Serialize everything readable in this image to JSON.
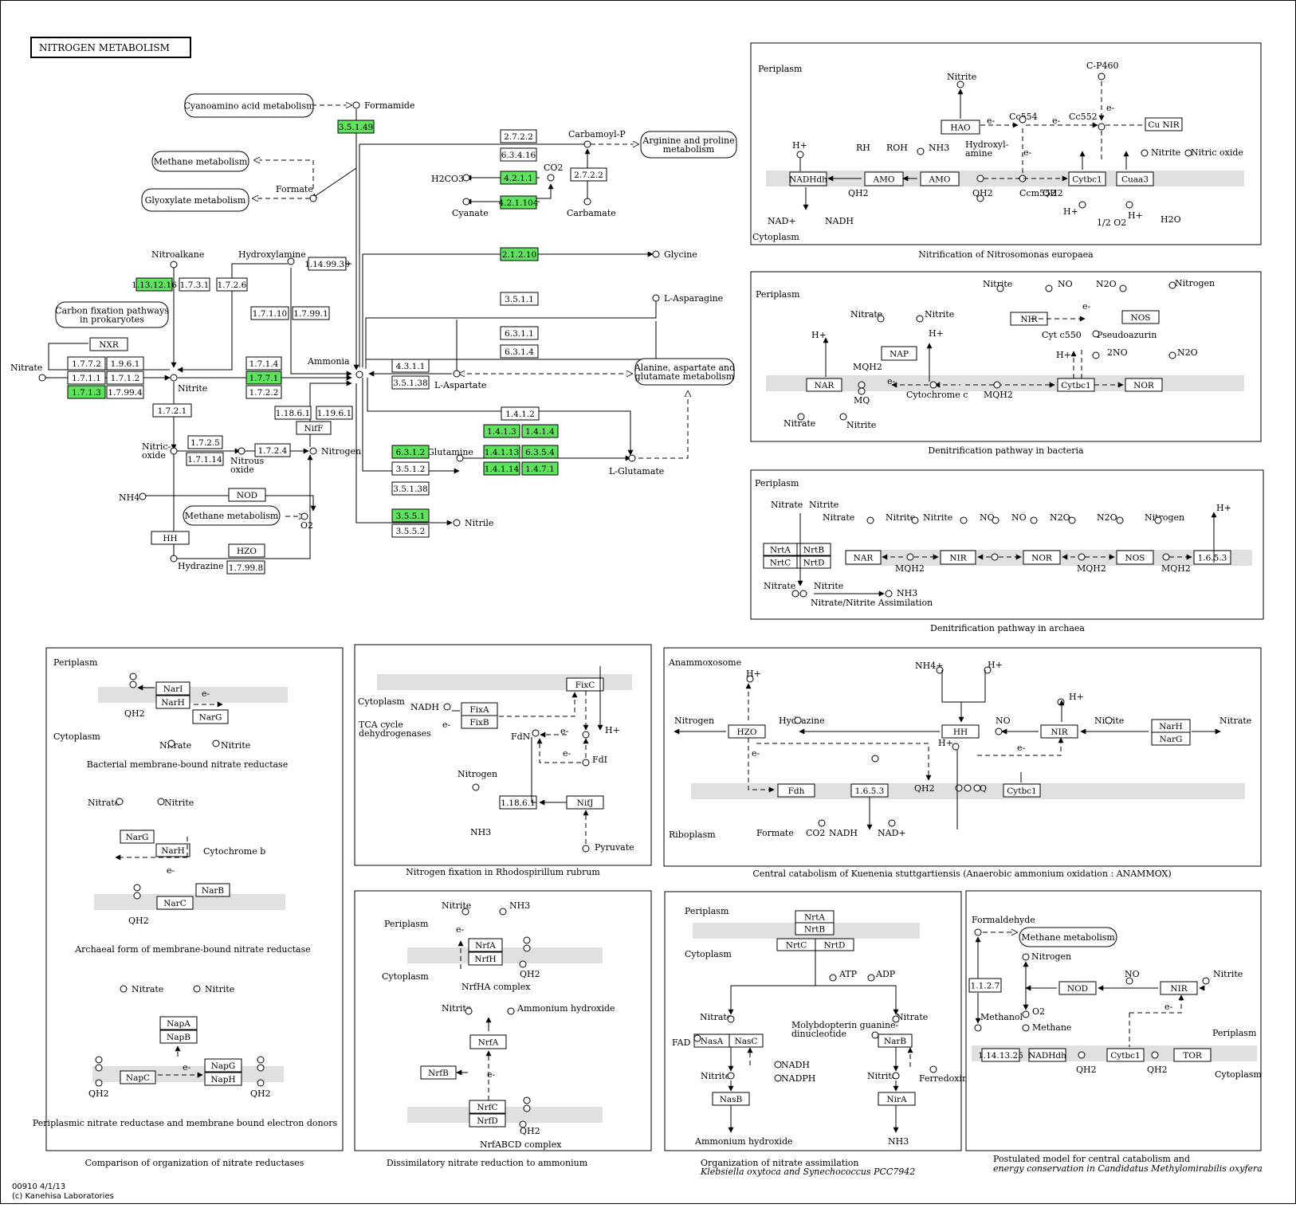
{
  "title": "NITROGEN METABOLISM",
  "footer": {
    "code": "00910 4/1/13",
    "copyright": "(c) Kanehisa Laboratories"
  },
  "colors": {
    "highlight": "#b3f2b3",
    "highlight_dark": "#5fe35f",
    "membrane": "#e0e0e0",
    "line": "#000000"
  },
  "main": {
    "compounds": {
      "formamide": "Formamide",
      "formate": "Formate",
      "carbamoyl_p": "Carbamoyl-P",
      "co2": "CO2",
      "h2co3": "H2CO3",
      "cyanate": "Cyanate",
      "carbamate": "Carbamate",
      "glycine": "Glycine",
      "nitroalkane": "Nitroalkane",
      "hydroxylamine": "Hydroxylamine",
      "l_asparagine": "L-Asparagine",
      "nitrate": "Nitrate",
      "nitrite": "Nitrite",
      "ammonia": "Ammonia",
      "l_aspartate": "L-Aspartate",
      "nitric_oxide": "Nitric-\noxide",
      "nitrous_oxide": "Nitrous\noxide",
      "nitrogen": "Nitrogen",
      "l_glutamine": "L-Glutamine",
      "l_glutamate": "L-Glutamate",
      "nh4": "NH4",
      "o2": "O2",
      "nitrile": "Nitrile",
      "hydrazine": "Hydrazine"
    },
    "pathways": {
      "cyanoamino": "Cyanoamino acid metabolism",
      "methane1": "Methane metabolism",
      "glyoxylate": "Glyoxylate metabolism",
      "arginine": "Arginine and proline\nmetabolism",
      "carbon_fixation": "Carbon fixation pathways\nin prokaryotes",
      "alanine": "Alanine, aspartate and\nglutamate metabolism",
      "methane2": "Methane  metabolism"
    },
    "enzymes": [
      "3.5.1.49",
      "2.7.2.2",
      "6.3.4.16",
      "4.2.1.1",
      "4.2.1.104",
      "2.7.2.2",
      "2.1.2.10",
      "1.13.12.16",
      "1.7.3.1",
      "1.7.2.6",
      "1.14.99.39",
      "1.7.1.10",
      "1.7.99.1",
      "3.5.1.1",
      "6.3.1.1",
      "6.3.1.4",
      "NXR",
      "1.7.7.2",
      "1.9.6.1",
      "1.7.1.1",
      "1.7.1.2",
      "1.7.1.3",
      "1.7.99.4",
      "1.7.1.4",
      "1.7.7.1",
      "1.7.2.2",
      "4.3.1.1",
      "3.5.1.38",
      "1.18.6.1",
      "1.19.6.1",
      "NifF",
      "1.7.2.1",
      "1.4.1.2",
      "1.4.1.3",
      "1.4.1.4",
      "1.7.2.5",
      "1.7.1.14",
      "1.7.2.4",
      "6.3.1.2",
      "1.4.1.13",
      "6.3.5.4",
      "3.5.1.2",
      "1.4.1.14",
      "1.4.7.1",
      "3.5.1.38",
      "NOD",
      "3.5.5.1",
      "3.5.5.2",
      "HH",
      "HZO",
      "1.7.99.8"
    ],
    "highlighted": [
      "3.5.1.49",
      "4.2.1.1",
      "4.2.1.104",
      "2.1.2.10",
      "1.13.12.16",
      "1.7.1.3",
      "1.7.7.1",
      "1.4.1.3",
      "1.4.1.4",
      "6.3.1.2",
      "1.4.1.13",
      "6.3.5.4",
      "1.4.1.14",
      "1.4.7.1",
      "3.5.5.1"
    ]
  },
  "panels": {
    "nitrification": {
      "caption": "Nitrification of Nitrosomonas europaea",
      "labels": [
        "Periplasm",
        "Cytoplasm",
        "Nitrite",
        "C-P460",
        "HAO",
        "e-",
        "Cc554",
        "e-",
        "Cc552",
        "e-",
        "Cu NIR",
        "H+",
        "RH",
        "ROH",
        "NH3",
        "Hydroxyl-\namine",
        "e-",
        "Nitrite",
        "Nitric oxide",
        "NADHdh",
        "AMO",
        "AMO",
        "Cytbc1",
        "Cuaa3",
        "QH2",
        "QH2",
        "Ccm552",
        "QH2",
        "H+",
        "NAD+",
        "NADH",
        "1/2 O2",
        "H+",
        "H2O"
      ]
    },
    "denitrification_bacteria": {
      "caption": "Denitrification pathway in bacteria",
      "labels": [
        "Periplasm",
        "Nitrite",
        "NO",
        "N2O",
        "Nitrogen",
        "NIR",
        "e-",
        "NOS",
        "Nitrate",
        "Nitrite",
        "H+",
        "H+",
        "NAP",
        "Cyt c550",
        "Pseudoazurin",
        "H+",
        "2NO",
        "N2O",
        "MQH2",
        "e-",
        "NAR",
        "MQ",
        "Cytochrome c",
        "MQH2",
        "Cytbc1",
        "NOR",
        "Nitrate",
        "Nitrite"
      ]
    },
    "denitrification_archaea": {
      "caption": "Denitrification pathway in archaea",
      "labels": [
        "Periplasm",
        "Nitrate",
        "Nitrite",
        "Nitrate",
        "Nitrite",
        "Nitrite",
        "NO",
        "NO",
        "N2O",
        "N2O",
        "Nitrogen",
        "H+",
        "NrtA",
        "NrtB",
        "NrtC",
        "NrtD",
        "NAR",
        "NIR",
        "NOR",
        "NOS",
        "1.6.5.3",
        "MQH2",
        "MQH2",
        "MQH2",
        "Nitrate",
        "Nitrite",
        "NH3",
        "Nitrate/Nitrite Assimilation"
      ]
    },
    "nitrate_reductases": {
      "caption": "Comparison of organization of nitrate reductases",
      "labels": [
        "Periplasm",
        "Cytoplasm",
        "NarI",
        "NarH",
        "e-",
        "NarG",
        "QH2",
        "Nitrate",
        "Nitrite",
        "Bacterial membrane-bound nitrate reductase",
        "Nitrate",
        "Nitrite",
        "NarG",
        "NarH",
        "Cytochrome b",
        "e-",
        "NarC",
        "NarB",
        "QH2",
        "Archaeal form of membrane-bound nitrate reductase",
        "Nitrate",
        "Nitrite",
        "NapA",
        "NapB",
        "NapG",
        "NapH",
        "e-",
        "NapC",
        "QH2",
        "QH2",
        "Periplasmic nitrate reductase and membrane bound electron donors"
      ]
    },
    "nitrogen_fixation": {
      "caption": "Nitrogen fixation in Rhodospirillum rubrum",
      "labels": [
        "Cytoplasm",
        "NADH",
        "TCA cycle\ndehydrogenases",
        "e-",
        "FixA",
        "FixB",
        "FixC",
        "H+",
        "FdN",
        "e-",
        "e-",
        "FdI",
        "Nitrogen",
        "1.18.6.1",
        "NifJ",
        "NH3",
        "Pyruvate"
      ]
    },
    "anammox": {
      "caption": "Central catabolism of Kuenenia stuttgartiensis (Anaerobic ammonium oxidation : ANAMMOX)",
      "labels": [
        "Anammoxosome",
        "NH4+",
        "H+",
        "H+",
        "Nitrogen",
        "Hydrazine",
        "HZO",
        "HH",
        "NO",
        "NIR",
        "Nitrite",
        "NarH",
        "NarG",
        "Nitrate",
        "e-",
        "H+",
        "H+",
        "e-",
        "QH2",
        "Q",
        "Fdh",
        "1.6.5.3",
        "Cytbc1",
        "Riboplasm",
        "Formate",
        "CO2",
        "NADH",
        "NAD+"
      ]
    },
    "dissimilatory": {
      "caption": "Dissimilatory nitrate reduction to ammonium",
      "labels": [
        "Nitrite",
        "NH3",
        "Periplasm",
        "e-",
        "NrfA",
        "NrfH",
        "Cytoplasm",
        "QH2",
        "NrfHA complex",
        "Nitrite",
        "Ammonium hydroxide",
        "NrfA",
        "NrfB",
        "e-",
        "NrfC",
        "NrfD",
        "QH2",
        "NrfABCD complex"
      ]
    },
    "assimilation": {
      "caption": "Organization of nitrate assimilation",
      "caption2": "Klebsiella oxytoca and  Synechococcus PCC7942",
      "labels": [
        "Periplasm",
        "NrtA",
        "NrtB",
        "NrtC",
        "NrtD",
        "Cytoplasm",
        "ATP",
        "ADP",
        "Nitrate",
        "Nitrate",
        "Molybdopterin guanine-\ndinucleotide",
        "FAD",
        "NasA",
        "NasC",
        "NarB",
        "NADH",
        "NADPH",
        "Nitrite",
        "Nitrite",
        "Ferredoxin",
        "NasB",
        "NirA",
        "Ammonium hydroxide",
        "NH3"
      ]
    },
    "methylomirabilis": {
      "caption": "Postulated model for central catabolism and",
      "caption2": "energy conservation in Candidatus Methylomirabilis oxyfera",
      "labels": [
        "Formaldehyde",
        "Methane  metabolism",
        "Nitrogen",
        "NO",
        "Nitrite",
        "1.1.2.7",
        "NOD",
        "NIR",
        "O2",
        "Methanol",
        "Methane",
        "e-",
        "Periplasm",
        "1.14.13.25",
        "NADHdh",
        "Cytbc1",
        "TOR",
        "QH2",
        "QH2",
        "Cytoplasm"
      ]
    }
  }
}
